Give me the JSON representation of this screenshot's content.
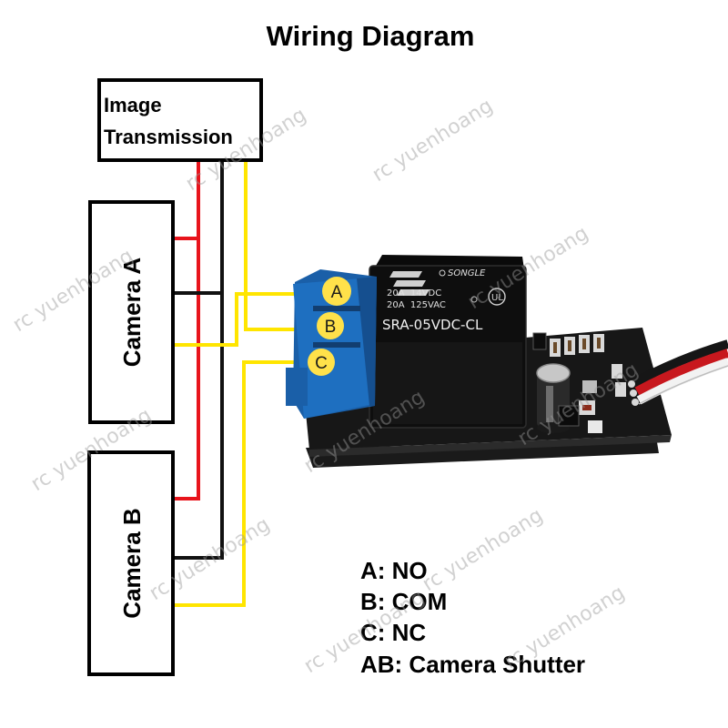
{
  "title": "Wiring Diagram",
  "boxes": {
    "image_transmission": {
      "line1": "Image",
      "line2": "Transmission"
    },
    "camera_a": "Camera A",
    "camera_b": "Camera B"
  },
  "terminals": [
    "A",
    "B",
    "C"
  ],
  "relay": {
    "brand": "SONGLE",
    "rating1": "20A  14VDC",
    "rating2": "20A  125VAC",
    "model": "SRA-05VDC-CL"
  },
  "legend": [
    "A: NO",
    "B: COM",
    "C: NC",
    "AB: Camera Shutter"
  ],
  "watermark": "rc yuenhoang",
  "wire_colors": {
    "red": "#e8141c",
    "black": "#111111",
    "yellow": "#ffe500"
  },
  "terminal_color": "#1e6fc0",
  "terminal_dot_color": "#ffe14a"
}
